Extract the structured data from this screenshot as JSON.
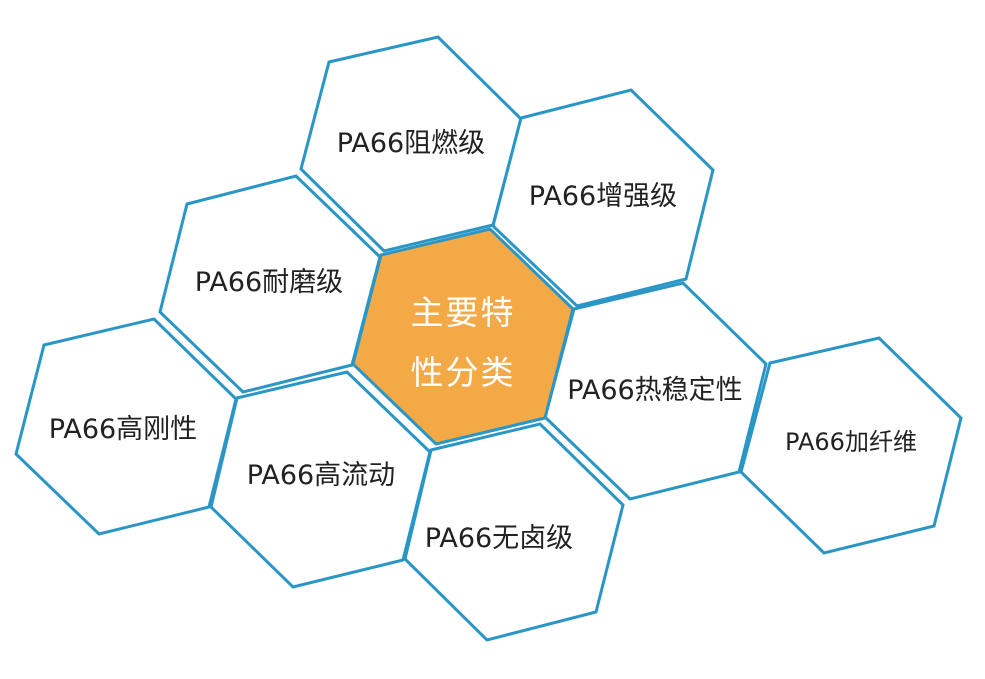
{
  "colors": {
    "outline": "#2a96c6",
    "center_fill": "#f4a947",
    "center_outline": "#2a96c6",
    "text": "#222222",
    "center_text": "#ffffff",
    "background": "#ffffff"
  },
  "center": {
    "line1": "主要特",
    "line2": "性分类"
  },
  "categories": [
    "PA66阻燃级",
    "PA66增强级",
    "PA66耐磨级",
    "PA66热稳定性",
    "PA66高刚性",
    "PA66高流动",
    "PA66无卤级",
    "PA66加纤维"
  ]
}
